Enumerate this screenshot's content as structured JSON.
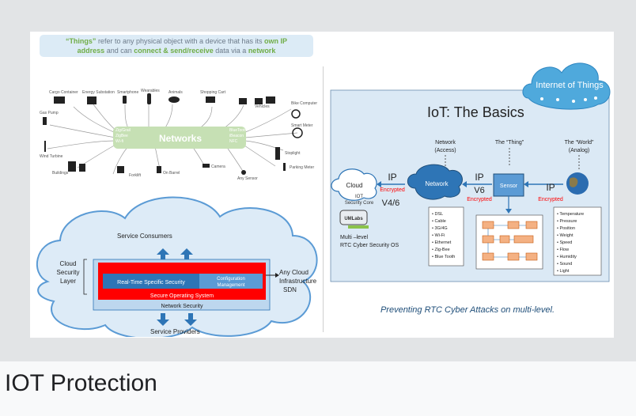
{
  "caption": "IOT Protection",
  "things": {
    "t1": "“Things”",
    "t2": " refer to any physical object with a device that has its ",
    "t3": "own IP",
    "t4": "address",
    "t5": " and can ",
    "t6": "connect & send/receive",
    "t7": " data via a ",
    "t8": "network",
    "networks_label": "Networks",
    "left_protocols": [
      "Zig/Grail",
      "ZigBee",
      "Wi-fi"
    ],
    "right_protocols": [
      "BlueTooth",
      "iBeacon",
      "NFC"
    ],
    "devices": [
      "Cargo Container",
      "Energy Substation",
      "Smartphone",
      "Wearables",
      "Animals",
      "Shopping Cart",
      "Gas Pump",
      "Wind Turbine",
      "Buildings",
      "Forklift",
      "On Barrel",
      "Camera",
      "Any Sensor",
      "Vehicles",
      "Bike Computer",
      "Smart Meter",
      "Stoplight",
      "Parking Meter"
    ]
  },
  "security": {
    "consumers": "Service Consumers",
    "providers": "Service Providers",
    "cloud_layer": [
      "Cloud",
      "Security",
      "Layer"
    ],
    "rt_security": "Real-Time Specific Security",
    "config": [
      "Configuration",
      "Management"
    ],
    "secure_os": "Secure Operating System",
    "net_security": "Network Security",
    "any_cloud": [
      "Any Cloud",
      "Infrastructure",
      "SDN"
    ]
  },
  "basics": {
    "iot_cloud": "Internet of Things",
    "title": "IoT: The Basics",
    "network_access": [
      "Network",
      "(Access)"
    ],
    "the_thing": "The “Thing”",
    "the_world": [
      "The “World”",
      "(Analog)"
    ],
    "ip1": "IP",
    "ip2": "IP",
    "v6": "V6",
    "ip3": "IP",
    "encrypted": "Encrypted",
    "cloud": "Cloud",
    "network": "Network",
    "sensor": "Sensor",
    "iot_sec": [
      "IOT",
      "Security Core"
    ],
    "v46": "V4/6",
    "logo": "UMLabs",
    "multilevel": [
      "Multi –level",
      "RTC Cyber Security OS"
    ],
    "net_list": [
      "• DSL",
      "• Cable",
      "• 3G/4G",
      "• Wi-Fi",
      "• Ethernet",
      "• Zig-Bee",
      "• Blue Tooth"
    ],
    "analog_list": [
      "• Temperature",
      "• Pressure",
      "• Position",
      "• Weight",
      "• Speed",
      "• Flow",
      "• Humidity",
      "• Sound",
      "• Light"
    ],
    "footer": "Preventing RTC Cyber Attacks on multi-level."
  },
  "colors": {
    "network_green": "#c6e0b4",
    "green_text": "#70ad47",
    "blue": "#2e75b6",
    "red": "#ff0000",
    "cloud_blue": "#4fa9dc"
  }
}
